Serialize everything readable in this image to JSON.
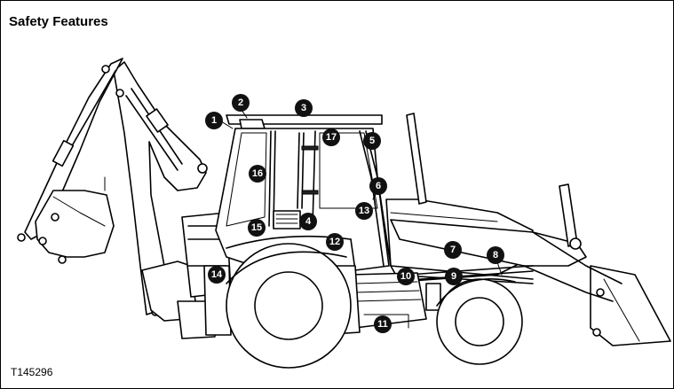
{
  "title": "Safety Features",
  "figure_id": "T145296",
  "callouts": [
    "1",
    "2",
    "3",
    "4",
    "5",
    "6",
    "7",
    "8",
    "9",
    "10",
    "11",
    "12",
    "13",
    "14",
    "15",
    "16",
    "17"
  ]
}
